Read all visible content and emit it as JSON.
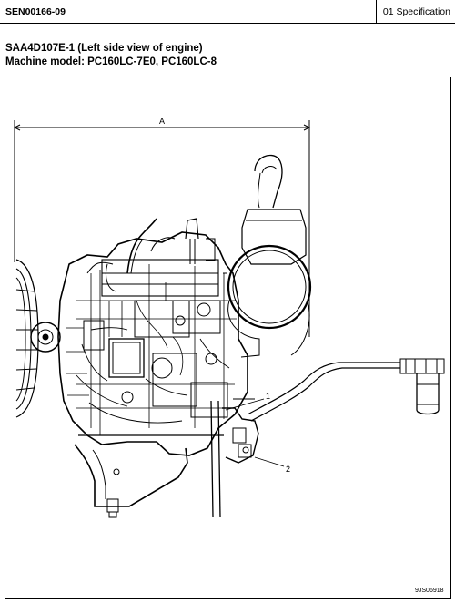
{
  "header": {
    "doc_id": "SEN00166-09",
    "section": "01 Specification"
  },
  "title": {
    "line1": "SAA4D107E-1 (Left side view of engine)",
    "line2": "Machine model:  PC160LC-7E0, PC160LC-8"
  },
  "drawing": {
    "dimension_label": "A",
    "callouts": [
      "1",
      "2"
    ],
    "figure_code": "9JS06918"
  }
}
